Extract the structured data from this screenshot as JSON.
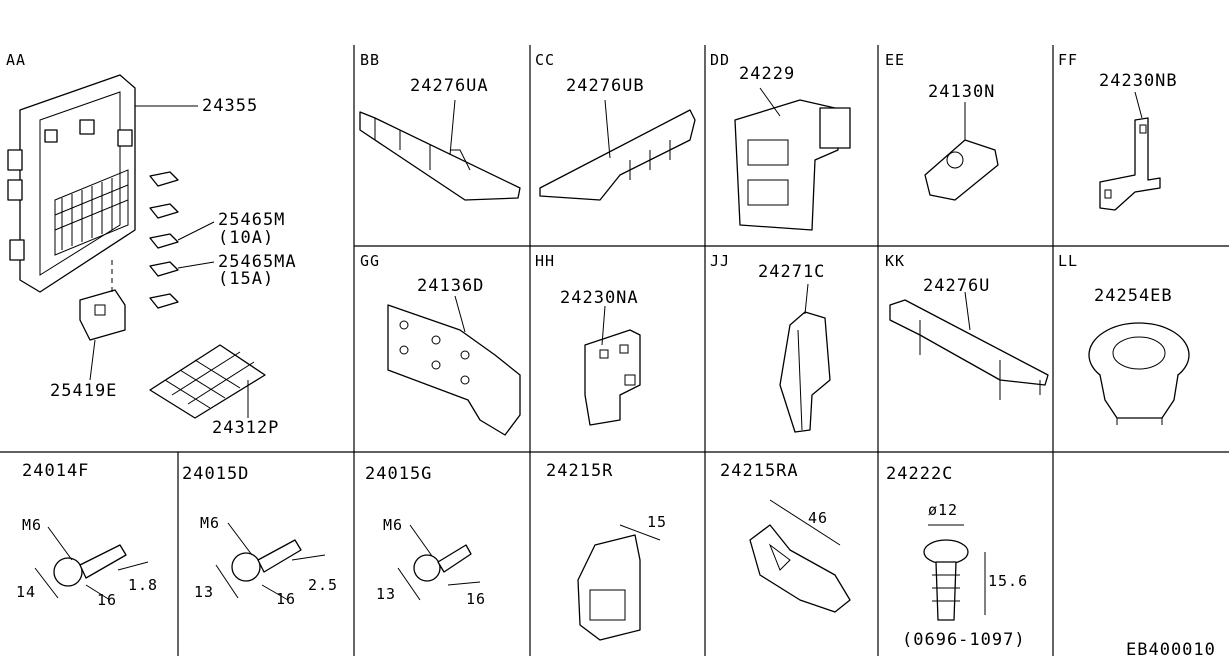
{
  "drawing_code": "EB400010",
  "sections": {
    "aa": {
      "code": "AA",
      "parts": [
        "24355",
        "25465M",
        "(10A)",
        "25465MA",
        "(15A)",
        "25419E",
        "24312P"
      ]
    },
    "bb": {
      "code": "BB",
      "part": "24276UA"
    },
    "cc": {
      "code": "CC",
      "part": "24276UB"
    },
    "dd": {
      "code": "DD",
      "part": "24229"
    },
    "ee": {
      "code": "EE",
      "part": "24130N"
    },
    "ff": {
      "code": "FF",
      "part": "24230NB"
    },
    "gg": {
      "code": "GG",
      "part": "24136D"
    },
    "hh": {
      "code": "HH",
      "part": "24230NA"
    },
    "jj": {
      "code": "JJ",
      "part": "24271C"
    },
    "kk": {
      "code": "KK",
      "part": "24276U"
    },
    "ll": {
      "code": "LL",
      "part": "24254EB"
    }
  },
  "fasteners": [
    {
      "part": "24014F",
      "thread": "M6",
      "dims": [
        "14",
        "16",
        "1.8"
      ]
    },
    {
      "part": "24015D",
      "thread": "M6",
      "dims": [
        "13",
        "16",
        "2.5"
      ]
    },
    {
      "part": "24015G",
      "thread": "M6",
      "dims": [
        "13",
        "16"
      ]
    },
    {
      "part": "24215R",
      "dims": [
        "15"
      ]
    },
    {
      "part": "24215RA",
      "dims": [
        "46"
      ]
    },
    {
      "part": "24222C",
      "dims": [
        "ø12",
        "15.6"
      ],
      "note": "(0696-1097)"
    }
  ]
}
